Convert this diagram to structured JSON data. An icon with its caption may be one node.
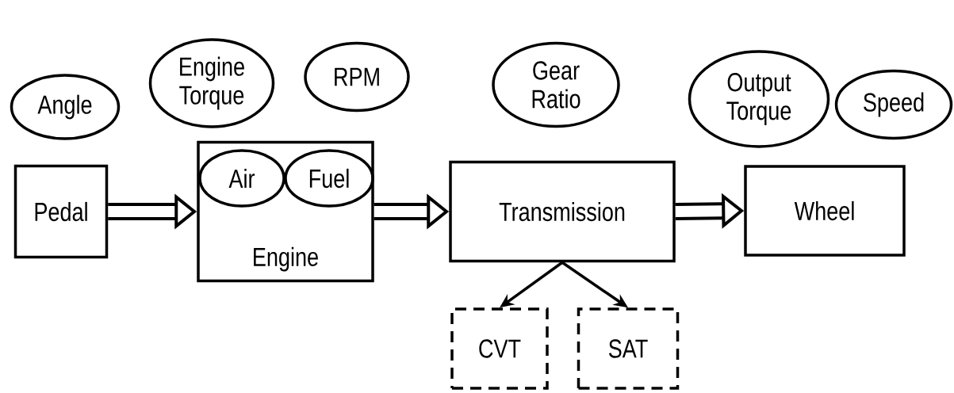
{
  "diagram": {
    "nodes": [
      {
        "text": [
          "Angle"
        ]
      },
      {
        "text": [
          "Pedal"
        ]
      },
      {
        "text": [
          "Engine Torque"
        ]
      },
      {
        "text": [
          "RPM"
        ]
      },
      {
        "text": [
          "Engine"
        ]
      },
      {
        "text": [
          "Air"
        ],
        "in": 4
      },
      {
        "text": [
          "Fuel"
        ],
        "in": 4
      },
      {
        "text": [
          "Gear Ratio"
        ]
      },
      {
        "text": [
          "Transmission"
        ]
      },
      {
        "text": [
          "Output Torque"
        ]
      },
      {
        "text": [
          "Speed"
        ]
      },
      {
        "text": [
          "Wheel"
        ]
      },
      {
        "text": [
          "CVT"
        ]
      },
      {
        "text": [
          "SAT"
        ]
      }
    ],
    "edges": [
      {
        "from": 1,
        "to": 4,
        "arrow": "to"
      },
      {
        "from": 4,
        "to": 8,
        "arrow": "to"
      },
      {
        "from": 8,
        "to": 11,
        "arrow": "to"
      },
      {
        "from": 8,
        "to": 12,
        "arrow": "to"
      },
      {
        "from": 8,
        "to": 13,
        "arrow": "to"
      }
    ]
  }
}
